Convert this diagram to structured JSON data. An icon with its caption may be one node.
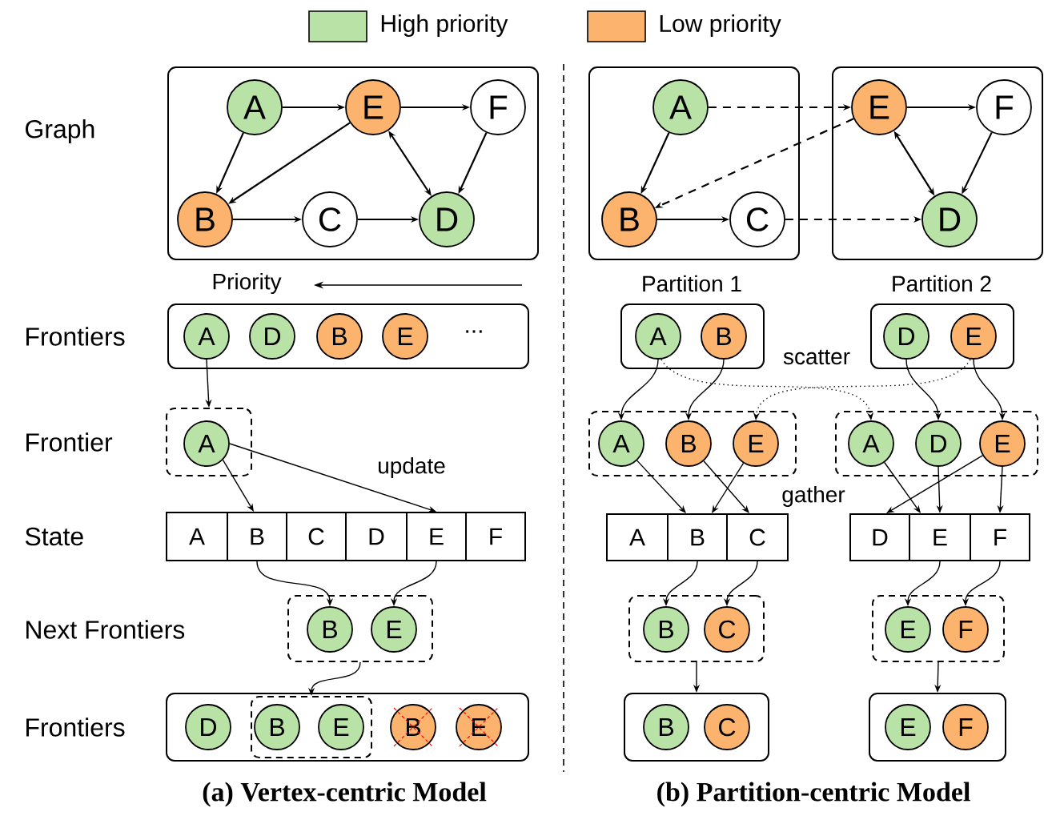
{
  "diagram": {
    "nodes": [
      {
        "text": [],
        "shape": "box"
      },
      {
        "text": [
          "A"
        ],
        "in": 0
      },
      {
        "text": [
          "E"
        ],
        "in": 0
      },
      {
        "text": [
          "F"
        ],
        "in": 0
      },
      {
        "text": [
          "B"
        ],
        "in": 0
      },
      {
        "text": [
          "C"
        ],
        "in": 0
      },
      {
        "text": [
          "D"
        ],
        "in": 0
      },
      {
        "text": [],
        "shape": "box"
      },
      {
        "text": [
          "A"
        ],
        "in": 7
      },
      {
        "text": [
          "B"
        ],
        "in": 7
      },
      {
        "text": [
          "C"
        ],
        "in": 7
      },
      {
        "text": [],
        "shape": "box"
      },
      {
        "text": [
          "E"
        ],
        "in": 11
      },
      {
        "text": [
          "F"
        ],
        "in": 11
      },
      {
        "text": [
          "D"
        ],
        "in": 11
      },
      {
        "text": [
          "..."
        ]
      },
      {
        "text": [
          "A"
        ],
        "in": 15
      },
      {
        "text": [
          "D"
        ],
        "in": 15
      },
      {
        "text": [
          "B"
        ],
        "in": 15
      },
      {
        "text": [
          "E"
        ],
        "in": 15
      },
      {
        "text": [],
        "shape": "box"
      },
      {
        "text": [
          "A"
        ],
        "in": 20
      },
      {
        "text": [
          "B"
        ],
        "in": 20
      },
      {
        "text": [],
        "shape": "box"
      },
      {
        "text": [
          "D"
        ],
        "in": 23
      },
      {
        "text": [
          "E"
        ],
        "in": 23
      },
      {
        "text": [],
        "shape": "box"
      },
      {
        "text": [
          "A"
        ],
        "in": 26
      },
      {
        "text": [],
        "shape": "box"
      },
      {
        "text": [
          "A"
        ],
        "in": 28
      },
      {
        "text": [
          "B"
        ],
        "in": 28
      },
      {
        "text": [
          "E"
        ],
        "in": 28
      },
      {
        "text": [],
        "shape": "box"
      },
      {
        "text": [
          "A"
        ],
        "in": 32
      },
      {
        "text": [
          "D"
        ],
        "in": 32
      },
      {
        "text": [
          "E"
        ],
        "in": 32
      },
      {
        "text": [
          "A"
        ]
      },
      {
        "text": [
          "B"
        ]
      },
      {
        "text": [
          "C"
        ]
      },
      {
        "text": [
          "D"
        ]
      },
      {
        "text": [
          "E"
        ]
      },
      {
        "text": [
          "F"
        ]
      },
      {
        "text": [
          "A"
        ]
      },
      {
        "text": [
          "B"
        ]
      },
      {
        "text": [
          "C"
        ]
      },
      {
        "text": [
          "D"
        ]
      },
      {
        "text": [
          "E"
        ]
      },
      {
        "text": [
          "F"
        ]
      },
      {
        "text": [],
        "shape": "box"
      },
      {
        "text": [
          "B"
        ],
        "in": 48
      },
      {
        "text": [
          "E"
        ],
        "in": 48
      },
      {
        "text": [],
        "shape": "box"
      },
      {
        "text": [
          "B"
        ],
        "in": 51
      },
      {
        "text": [
          "C"
        ],
        "in": 51
      },
      {
        "text": [],
        "shape": "box"
      },
      {
        "text": [
          "E"
        ],
        "in": 54
      },
      {
        "text": [
          "F"
        ],
        "in": 54
      },
      {
        "text": [],
        "shape": "box"
      },
      {
        "text": [
          "D"
        ],
        "in": 57
      },
      {
        "text": [],
        "shape": "box",
        "in": 57
      },
      {
        "text": [
          "B"
        ],
        "in": 59
      },
      {
        "text": [
          "E"
        ],
        "in": 59
      },
      {
        "text": [
          "B"
        ],
        "in": 57
      },
      {
        "text": [
          "E"
        ],
        "in": 57
      },
      {
        "text": [],
        "shape": "box"
      },
      {
        "text": [
          "B"
        ],
        "in": 64
      },
      {
        "text": [
          "C"
        ],
        "in": 64
      },
      {
        "text": [],
        "shape": "box"
      },
      {
        "text": [
          "E"
        ],
        "in": 67
      },
      {
        "text": [
          "F"
        ],
        "in": 67
      }
    ],
    "edges": [
      {
        "from": 1,
        "to": 2,
        "arrow": "to"
      },
      {
        "from": 2,
        "to": 3,
        "arrow": "to"
      },
      {
        "from": 1,
        "to": 4,
        "arrow": "to"
      },
      {
        "from": 2,
        "to": 4,
        "arrow": "to"
      },
      {
        "from": 2,
        "to": 6,
        "arrow": "both"
      },
      {
        "from": 3,
        "to": 6,
        "arrow": "to"
      },
      {
        "from": 4,
        "to": 5,
        "arrow": "to"
      },
      {
        "from": 5,
        "to": 6,
        "arrow": "to"
      },
      {
        "from": 8,
        "to": 12,
        "arrow": "to",
        "style": "dashed"
      },
      {
        "from": 12,
        "to": 9,
        "arrow": "to",
        "style": "dashed"
      },
      {
        "from": 8,
        "to": 9,
        "arrow": "to"
      },
      {
        "from": 9,
        "to": 10,
        "arrow": "to"
      },
      {
        "from": 10,
        "to": 14,
        "arrow": "to",
        "style": "dashed"
      },
      {
        "from": 12,
        "to": 13,
        "arrow": "to"
      },
      {
        "from": 12,
        "to": 14,
        "arrow": "both"
      },
      {
        "from": 13,
        "to": 14,
        "arrow": "to"
      },
      {
        "from": 16,
        "to": 26,
        "arrow": "to"
      },
      {
        "from": 27,
        "to": 37,
        "arrow": "to"
      },
      {
        "from": 27,
        "to": 40,
        "arrow": "to",
        "label": "update"
      },
      {
        "from": 37,
        "to": 49,
        "arrow": "to"
      },
      {
        "from": 40,
        "to": 50,
        "arrow": "to"
      },
      {
        "from": 48,
        "to": 59,
        "arrow": "to"
      },
      {
        "from": 21,
        "to": 29,
        "arrow": "to"
      },
      {
        "from": 22,
        "to": 30,
        "arrow": "to"
      },
      {
        "from": 24,
        "to": 34,
        "arrow": "to"
      },
      {
        "from": 25,
        "to": 35,
        "arrow": "to"
      },
      {
        "from": 21,
        "to": 33,
        "arrow": "to",
        "style": "dashed"
      },
      {
        "from": 25,
        "to": 31,
        "arrow": "to",
        "style": "dashed"
      },
      {
        "from": 29,
        "to": 43,
        "arrow": "to"
      },
      {
        "from": 30,
        "to": 44,
        "arrow": "to"
      },
      {
        "from": 31,
        "to": 43,
        "arrow": "to"
      },
      {
        "from": 33,
        "to": 46,
        "arrow": "to"
      },
      {
        "from": 34,
        "to": 46,
        "arrow": "to"
      },
      {
        "from": 35,
        "to": 45,
        "arrow": "to"
      },
      {
        "from": 35,
        "to": 47,
        "arrow": "to"
      },
      {
        "from": 43,
        "to": 52,
        "arrow": "to"
      },
      {
        "from": 44,
        "to": 53,
        "arrow": "to"
      },
      {
        "from": 46,
        "to": 55,
        "arrow": "to"
      },
      {
        "from": 47,
        "to": 56,
        "arrow": "to"
      },
      {
        "from": 51,
        "to": 64,
        "arrow": "to"
      },
      {
        "from": 54,
        "to": 67,
        "arrow": "to"
      }
    ],
    "labels": [
      "Graph",
      "Priority",
      "Partition 1",
      "Partition 2",
      "Frontiers",
      "scatter",
      "Frontier",
      "gather",
      "State",
      "Next Frontiers",
      "Frontiers",
      "(a) Vertex-centric Model",
      "(b) Partition-centric Model"
    ],
    "legend": [
      {
        "text": "High priority",
        "color": "#b9e2a7"
      },
      {
        "text": "Low priority",
        "color": "#fbb36e"
      }
    ]
  }
}
